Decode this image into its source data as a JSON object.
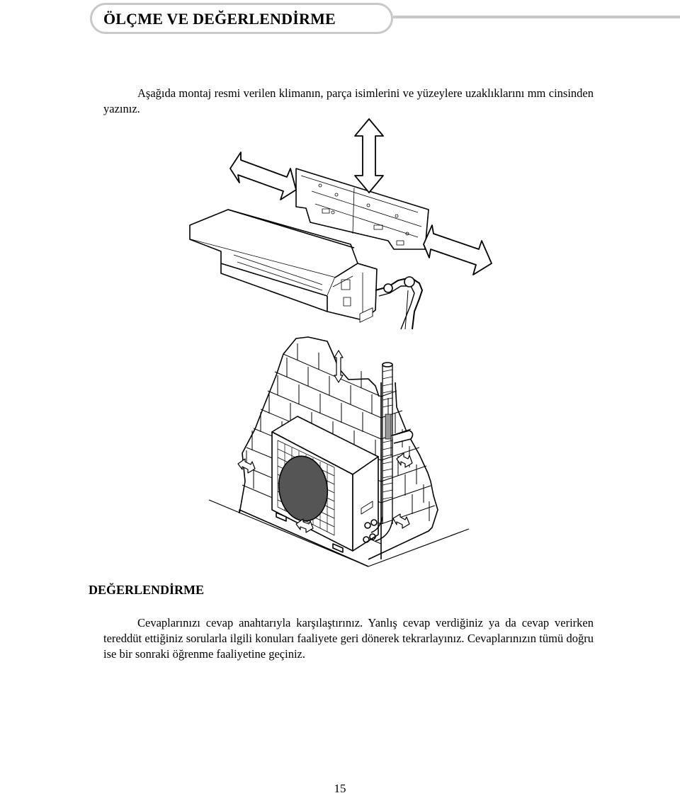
{
  "header": {
    "title": "ÖLÇME VE DEĞERLENDİRME"
  },
  "intro": {
    "text": "Aşağıda montaj resmi verilen klimanın, parça isimlerini ve yüzeylere uzaklıklarını mm cinsinden yazınız."
  },
  "figure": {
    "indoor_unit": "indoor-air-conditioner-illustration",
    "outdoor_unit": "outdoor-unit-illustration"
  },
  "evaluation": {
    "heading": "DEĞERLENDİRME",
    "text": "Cevaplarınızı cevap anahtarıyla karşılaştırınız. Yanlış cevap verdiğiniz ya da cevap verirken tereddüt ettiğiniz sorularla ilgili konuları faaliyete geri dönerek tekrarlayınız. Cevaplarınızın tümü doğru ise bir sonraki öğrenme faaliyetine geçiniz."
  },
  "footer": {
    "page_number": "15"
  }
}
